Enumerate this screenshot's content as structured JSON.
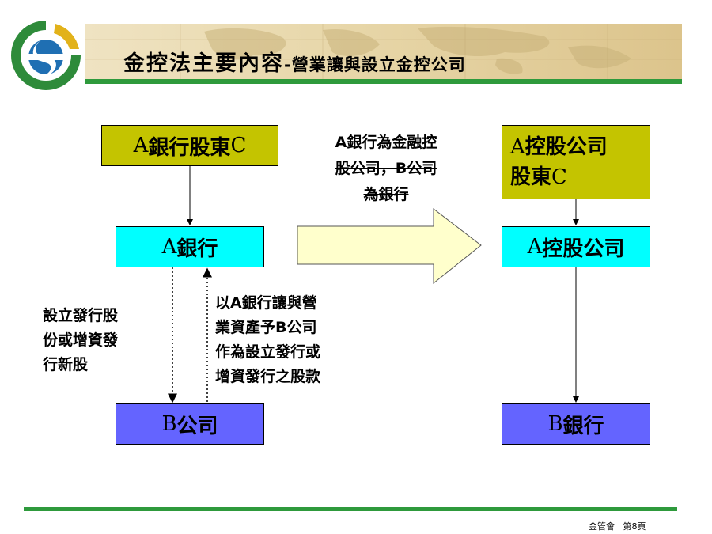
{
  "header": {
    "title_main": "金控法主要內容",
    "title_sub": "-營業讓與設立金控公司"
  },
  "left": {
    "shareholder": {
      "prefix": "A",
      "text": "銀行股東",
      "suffix": "C"
    },
    "bank": {
      "prefix": "A",
      "text": "銀行"
    },
    "company": {
      "prefix": "B",
      "text": "公司"
    },
    "note_left": [
      "設立發行股",
      "份或增資發",
      "行新股"
    ],
    "note_right": [
      "以A銀行讓與營",
      "業資產予B公司",
      "作為設立發行或",
      "增資發行之股款"
    ]
  },
  "transition": {
    "lines": [
      "A銀行為金融控",
      "股公司，B公司",
      "為銀行"
    ]
  },
  "right": {
    "shareholder_line1": {
      "prefix": "A",
      "text": "控股公司"
    },
    "shareholder_line2": {
      "text": "股東",
      "suffix": "C"
    },
    "holding": {
      "prefix": "A",
      "text": "控股公司"
    },
    "bank": {
      "prefix": "B",
      "text": "銀行"
    }
  },
  "colors": {
    "olive": "#c4c400",
    "cyan": "#00ffff",
    "blue": "#6464ff",
    "green_rule": "#2e9a3c"
  },
  "footer": {
    "org": "金管會",
    "page": "第8頁"
  }
}
